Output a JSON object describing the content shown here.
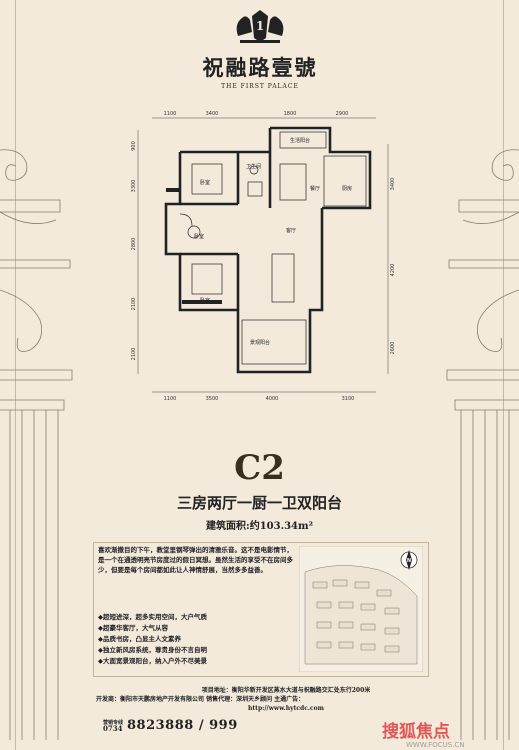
{
  "brand": {
    "name_cn": "祝融路壹號",
    "name_en": "THE FIRST PALACE",
    "crest_letter": "1"
  },
  "plan": {
    "dims_top": [
      "1100",
      "3400",
      "1800",
      "2900"
    ],
    "dims_bottom": [
      "1100",
      "3500",
      "4000",
      "3100"
    ],
    "dims_left": [
      "900",
      "3300",
      "2800",
      "2100",
      "2100"
    ],
    "dims_right": [
      "3400",
      "4200",
      "2600"
    ],
    "rooms": {
      "service_balcony": "生活阳台",
      "bedroom_top": "卧室",
      "bath": "卫生间",
      "dining": "餐厅",
      "kitchen": "厨房",
      "bedroom_mid": "卧室",
      "living": "客厅",
      "bedroom_bottom": "卧室",
      "view_balcony": "景观阳台"
    }
  },
  "unit": {
    "code": "C2",
    "layout": "三房两厅一厨一卫双阳台",
    "area": "建筑面积:约103.34m²"
  },
  "description": "喜欢渐撒目的下午，教堂里钢琴弹出的清雅乐音。这不是电影情节，是一个在通透明亮节房度过的假日冥想。虽然生活的享受不在房间多少，但要是每个房间都如此让人神情舒展，当然多多益善。",
  "features": [
    "超短进深，超多实用空间，大户气质",
    "超豪华客厅，大气从容",
    "品质书房，凸显主人文素养",
    "独立新风房系统，尊贵身份不言自明",
    "大面宽景观阳台，纳入户外不尽美景"
  ],
  "address": {
    "line1": "项目地址：衡阳华新开发区蒸水大道与祝融路交汇处东行200米",
    "line2": "开发商：衡阳市天鹏房地产开发有限公司   销售代理：深圳天乡顾问   主通广告：",
    "line3": "http://www.hytcdc.com"
  },
  "hotline": {
    "label": "营销专线",
    "area_code": "0734",
    "number": "8823888 / 999"
  },
  "watermark": {
    "text": "搜狐焦点",
    "url": "WWW.FOCUS.CN"
  },
  "compass": {
    "label": "N"
  }
}
